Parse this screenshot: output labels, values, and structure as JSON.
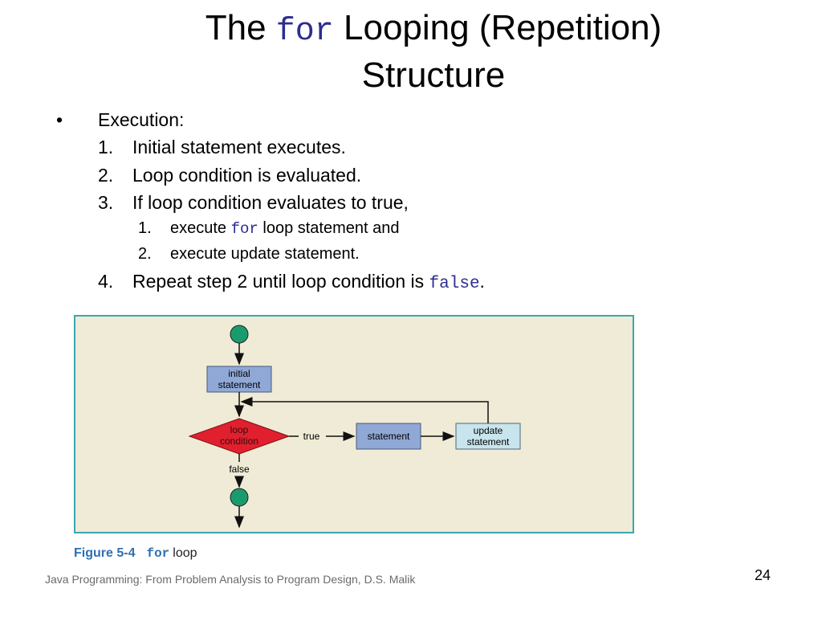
{
  "title": {
    "prefix": "The ",
    "code": "for",
    "suffix": " Looping (Repetition)",
    "line2": "Structure"
  },
  "bullets": {
    "main_symbol": "•",
    "main_label": "Execution:",
    "steps": [
      {
        "num": "1.",
        "text": "Initial statement executes."
      },
      {
        "num": "2.",
        "text": "Loop condition is evaluated."
      },
      {
        "num": "3.",
        "text": "If loop condition evaluates to true,"
      }
    ],
    "substeps": [
      {
        "num": "1.",
        "pre": "execute ",
        "code": "for",
        "post": " loop statement and"
      },
      {
        "num": "2.",
        "pre": "execute update statement.",
        "code": "",
        "post": ""
      }
    ],
    "step4": {
      "num": "4.",
      "pre": "Repeat step 2 until loop condition is ",
      "code": "false",
      "post": "."
    }
  },
  "flowchart": {
    "initial_line1": "initial",
    "initial_line2": "statement",
    "loop_line1": "loop",
    "loop_line2": "condition",
    "true_label": "true",
    "false_label": "false",
    "statement": "statement",
    "update_line1": "update",
    "update_line2": "statement",
    "colors": {
      "box_blue": "#8fa8d6",
      "box_lightblue": "#c8e4ec",
      "diamond": "#e0202e",
      "terminal": "#1a9b6e",
      "panel": "#efebd6",
      "panel_border": "#3aa7b0"
    }
  },
  "caption": {
    "figure": "Figure 5-4",
    "code": "for",
    "text": "loop"
  },
  "footer": "Java Programming: From Problem Analysis to Program Design, D.S. Malik",
  "page_number": "24"
}
